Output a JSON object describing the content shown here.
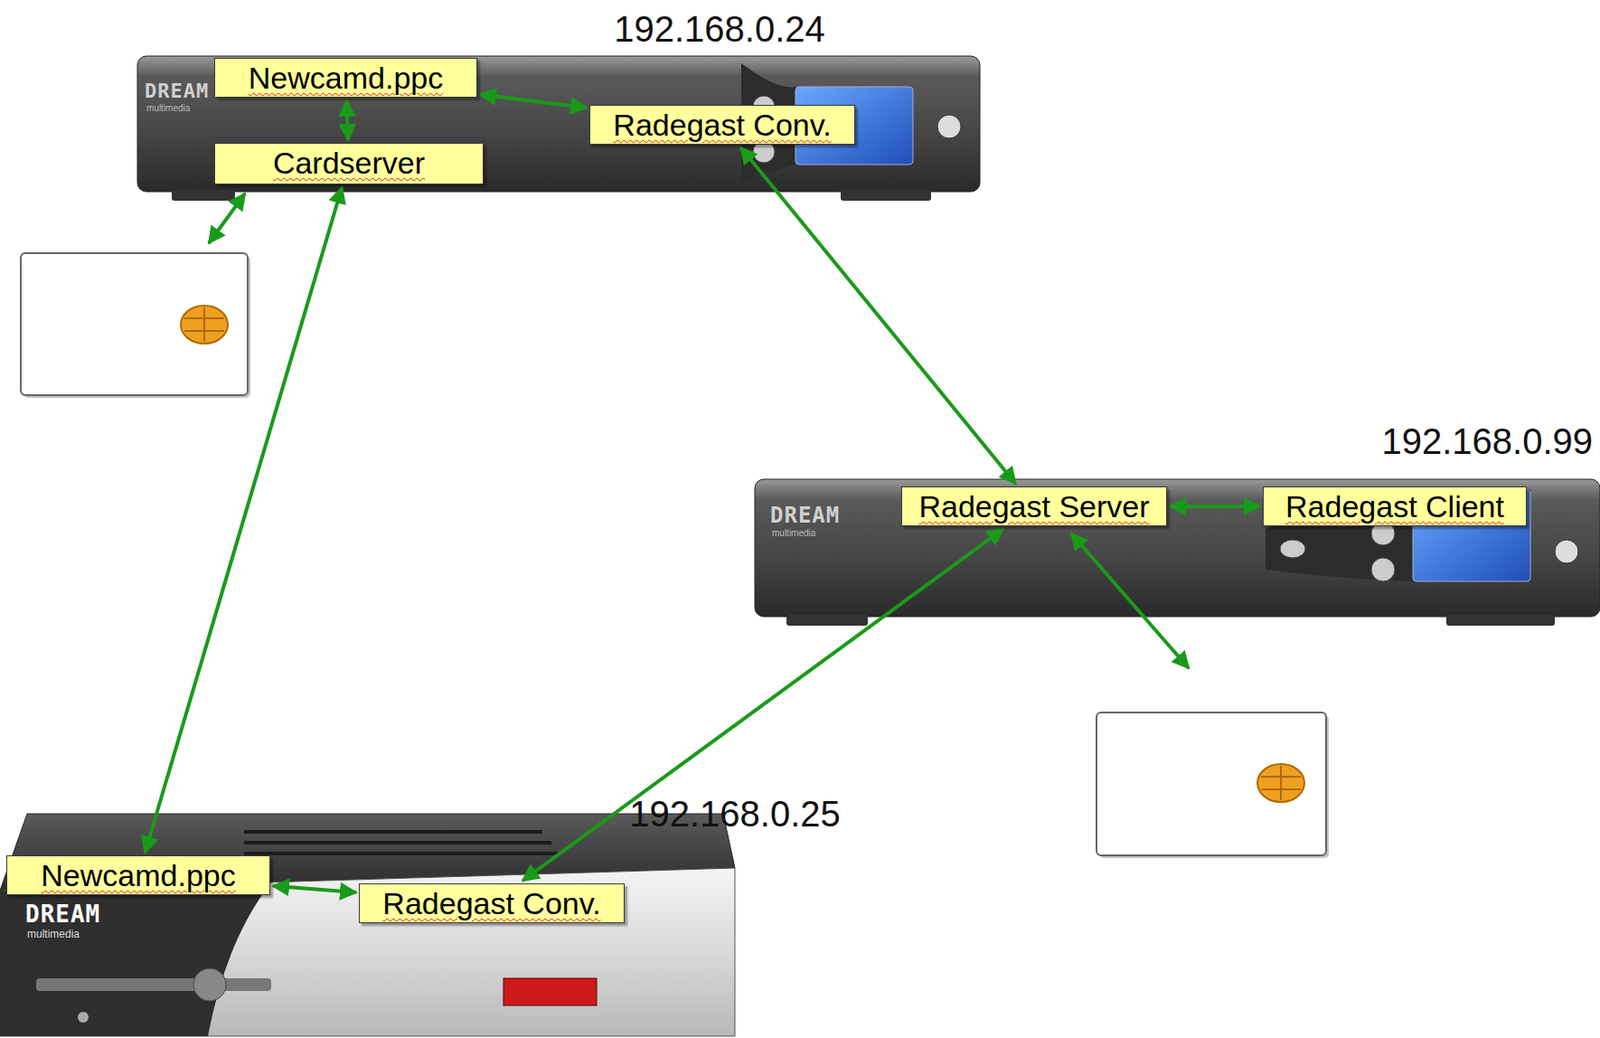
{
  "diagram": {
    "nodes": [
      {
        "text": [
          "Newcamd.ppc"
        ]
      },
      {
        "text": [
          "Radegast Conv."
        ]
      },
      {
        "text": [
          "Cardserver"
        ]
      },
      {
        "text": [
          "Radegast Server"
        ]
      },
      {
        "text": [
          "Radegast Client"
        ]
      },
      {
        "text": [
          "Newcamd.ppc"
        ]
      },
      {
        "text": [
          "Radegast Conv."
        ]
      }
    ],
    "edges": [
      {
        "from": 0,
        "to": 1,
        "arrow": "both"
      },
      {
        "from": 0,
        "to": 2,
        "arrow": "both"
      },
      {
        "from": 2,
        "to": 5,
        "arrow": "both"
      },
      {
        "from": 1,
        "to": 3,
        "arrow": "both"
      },
      {
        "from": 3,
        "to": 4,
        "arrow": "both"
      },
      {
        "from": 3,
        "to": 6,
        "arrow": "both"
      },
      {
        "from": 5,
        "to": 6,
        "arrow": "both"
      }
    ],
    "labels": [
      "192.168.0.24",
      "192.168.0.99",
      "192.168.0.25",
      "DREAM",
      "multimedia",
      "DREAM",
      "multimedia",
      "DREAM",
      "multimedia"
    ]
  }
}
